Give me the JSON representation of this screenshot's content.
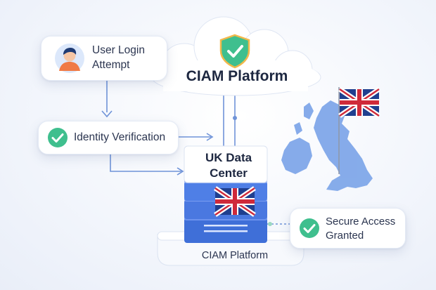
{
  "user_card": {
    "line1": "User Login",
    "line2": "Attempt",
    "avatar_icon": "user-avatar-icon"
  },
  "identity_card": {
    "label": "Identity Verification",
    "icon": "check-circle-icon"
  },
  "cloud": {
    "title": "CIAM Platform",
    "icon": "shield-check-icon"
  },
  "datacenter": {
    "line1": "UK Data",
    "line2": "Center",
    "flag_icon": "uk-flag-icon"
  },
  "base": {
    "label": "CIAM Platform"
  },
  "access_card": {
    "line1": "Secure Access",
    "line2": "Granted",
    "icon": "check-circle-icon"
  },
  "map": {
    "icon": "uk-map-icon",
    "flag_icon": "uk-flag-icon"
  },
  "colors": {
    "connector": "#6f93d8",
    "check_green": "#3fbf8e",
    "server_blue": "#4f7fe6",
    "map_blue": "#7aa3e8"
  }
}
